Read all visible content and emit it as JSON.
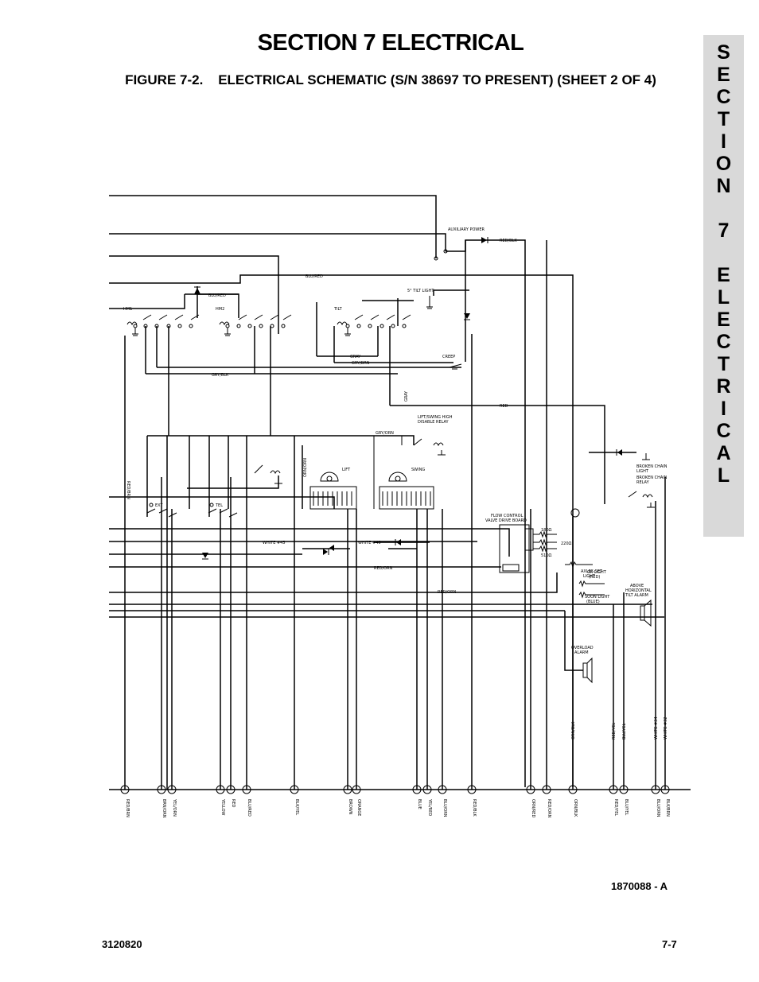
{
  "header": {
    "section_title": "SECTION 7  ELECTRICAL",
    "figure_title": "FIGURE 7-2.    ELECTRICAL SCHEMATIC (S/N 38697 TO PRESENT) (SHEET 2 OF 4)"
  },
  "side_tab": [
    "S",
    "E",
    "C",
    "T",
    "I",
    "O",
    "N",
    "",
    "7",
    "",
    "E",
    "L",
    "E",
    "C",
    "T",
    "R",
    "I",
    "C",
    "A",
    "L"
  ],
  "schematic": {
    "labels": {
      "auxiliary_power": "AUXILIARY POWER",
      "red_blk": "RED/BLK",
      "blu_red_top": "BLU/RED",
      "blu_red_2": "BLU/RED",
      "tilt_light": "5° TILT LIGHT",
      "hm1": "HM1",
      "hm2": "HM2",
      "tilt": "TILT",
      "gray_1": "GRAY",
      "gry_brn": "GRY/BRN",
      "creep": "CREEP",
      "gry_blk": "GRY/BLK",
      "red_mid": "RED",
      "gray_vert": "GRAY",
      "lift_swing_relay_1": "LIFT/SWING HIGH",
      "lift_swing_relay_2": "DISABLE RELAY",
      "gry_orn": "GRY/ORN",
      "broken_chain_light_1": "BROKEN CHAIN",
      "broken_chain_light_2": "LIGHT",
      "broken_chain_relay_1": "BROKEN CHAIN",
      "broken_chain_relay_2": "RELAY",
      "lift": "LIFT",
      "swing": "SWING",
      "ext": "EXT",
      "tel": "TEL",
      "red_brn_vert": "RED/BRN",
      "orn_vert": "ORN/ORN",
      "flow_control_1": "FLOW CONTROL",
      "flow_control_2": "VALVE DRIVE BOARD",
      "ohm_180": "180Ω",
      "ohm_220": "220Ω",
      "ohm_510": "510Ω",
      "white_45": "WHITE #45",
      "white_46": "WHITE #46",
      "red_orn_1": "RED/ORN",
      "red_orn_2": "RED/ORN",
      "axles_set_1": "AXLES SET",
      "axles_set_2": "LIGHT",
      "ok_light_1": "OK LIGHT",
      "ok_light_2": "(RED)",
      "soon_light_1": "SOON LIGHT",
      "soon_light_2": "(BLUE)",
      "above_horiz_1": "ABOVE",
      "above_horiz_2": "HORIZONTAL",
      "above_horiz_3": "TILT ALARM",
      "overload_1": "OVERLOAD",
      "overload_2": "ALARM",
      "orn_blk_vert": "ORN/BLK",
      "red_yel_vert": "RED/YEL",
      "blu_yel_vert": "BLU/YEL",
      "white_34": "WHITE #34",
      "white_32": "WHITE #32"
    },
    "bottom_wires": [
      "RED/BRN",
      "BRN/ORN",
      "YEL/ORN",
      "YELLOW",
      "RED",
      "BLU/RED",
      "BLK/YEL",
      "BROWN",
      "ORANGE",
      "BLUE",
      "YEL/RED",
      "BLU/ORN",
      "RED/BLK",
      "ORN/RED",
      "RED/ORN",
      "ORN/BLK",
      "RED/YEL",
      "BLU/YEL",
      "BLU/ORN",
      "BLK/BRN"
    ]
  },
  "footer": {
    "drawing_number": "1870088 - A",
    "manual_number": "3120820",
    "page_number": "7-7"
  }
}
